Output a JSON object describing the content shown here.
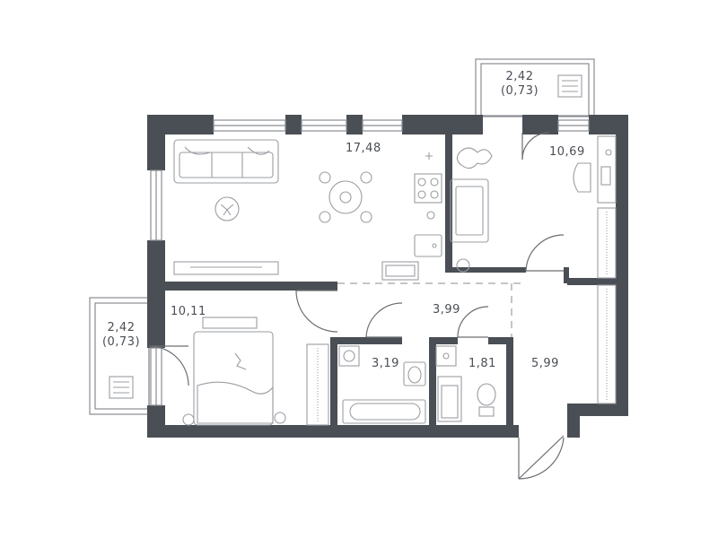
{
  "colors": {
    "wall": "#4a4e55",
    "line": "#8a8d92",
    "furniture": "#9a9da2",
    "text": "#4a4e55",
    "background": "#ffffff"
  },
  "rooms": {
    "living_kitchen": {
      "area": "17,48"
    },
    "bedroom_right": {
      "area": "10,69"
    },
    "bedroom_left": {
      "area": "10,11"
    },
    "hallway": {
      "area": "3,99"
    },
    "bathroom": {
      "area": "3,19"
    },
    "toilet": {
      "area": "1,81"
    },
    "entrance_hall": {
      "area": "5,99"
    }
  },
  "balconies": {
    "top": {
      "area": "2,42",
      "reduced_area": "(0,73)"
    },
    "left": {
      "area": "2,42",
      "reduced_area": "(0,73)"
    }
  },
  "icons": [
    "sofa-icon",
    "dining-table-icon",
    "stove-icon",
    "kitchen-sink-icon",
    "plant-icon",
    "bed-icon",
    "armchair-icon",
    "desk-icon",
    "wardrobe-icon",
    "bathtub-icon",
    "washbasin-icon",
    "toilet-icon",
    "washing-machine-icon",
    "chair-icon",
    "tv-stand-icon"
  ]
}
